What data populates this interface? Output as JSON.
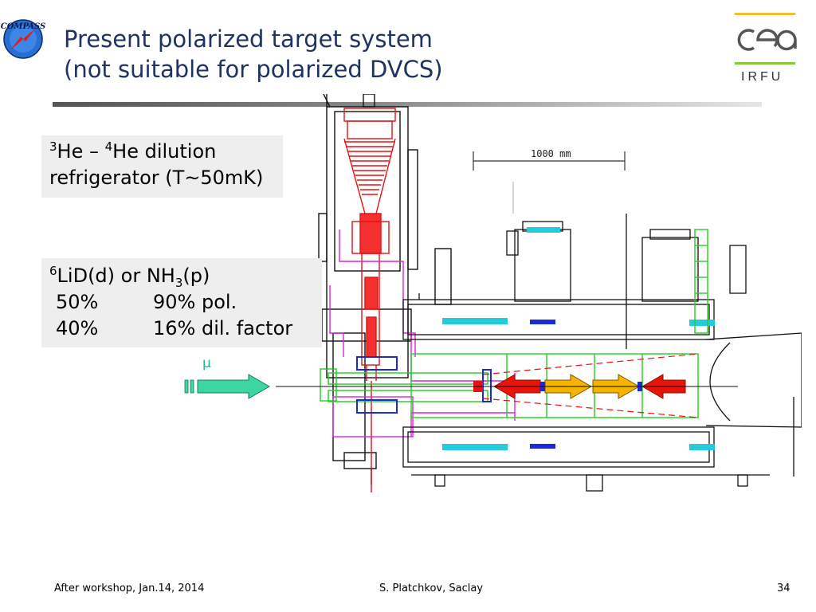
{
  "slide": {
    "title_line1": "Present polarized target system",
    "title_line2": "(not suitable for polarized DVCS)",
    "logo_left_text": "COMPASS",
    "logo_right_text": "IRFU",
    "box1": {
      "sup1": "3",
      "part1": "He – ",
      "sup2": "4",
      "part2": "He dilution",
      "line2": "refrigerator (T~50mK)"
    },
    "box2": {
      "sup1": "6",
      "part1": "LiD(d) or NH",
      "sub1": "3",
      "part2": "(p)",
      "row1_col1": "50%",
      "row1_col2": "90% pol.",
      "row2_col1": "40%",
      "row2_col2": "16% dil. factor"
    },
    "beam_label": "μ",
    "scale_label": "1000 mm",
    "footer": {
      "left": "After workshop, Jan.14, 2014",
      "center": "S. Platchkov, Saclay",
      "page": "34"
    }
  },
  "colors": {
    "title": "#1e3264",
    "cea_yellow": "#f0c030",
    "cea_green": "#8cc63f",
    "beam_arrow": "#3dd6a3",
    "cell_red": "#e8140a",
    "cell_yellow": "#f6b400",
    "drawing_black": "#111111",
    "drawing_red": "#e81010",
    "drawing_magenta": "#e020e0",
    "drawing_green": "#22cc22",
    "drawing_blue": "#1a2ad8",
    "drawing_cyan": "#22ccdd"
  },
  "icons": [
    "compass-logo-icon",
    "cea-logo-icon",
    "beam-arrow-icon"
  ]
}
